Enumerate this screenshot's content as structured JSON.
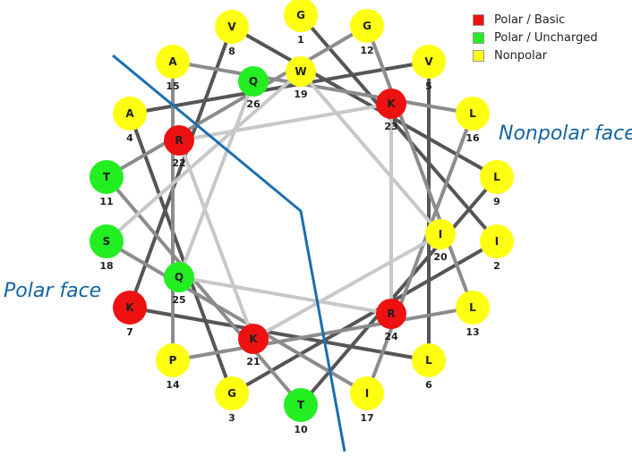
{
  "colors": {
    "polar_basic": "#ee1111",
    "polar_uncharged": "#22ee22",
    "nonpolar": "#ffff11",
    "divider": "#1a6fb0",
    "bond_dark": "#555555",
    "bond_mid": "#8c8c8c",
    "bond_light": "#c8c8c8"
  },
  "legend": [
    {
      "label": "Polar / Basic",
      "class": "polar_basic"
    },
    {
      "label": "Polar / Uncharged",
      "class": "polar_uncharged"
    },
    {
      "label": "Nonpolar",
      "class": "nonpolar"
    }
  ],
  "faces": {
    "nonpolar": "Nonpolar face",
    "polar": "Polar face"
  },
  "residues": [
    {
      "num": "1",
      "aa": "G",
      "class": "nonpolar"
    },
    {
      "num": "2",
      "aa": "I",
      "class": "nonpolar"
    },
    {
      "num": "3",
      "aa": "G",
      "class": "nonpolar"
    },
    {
      "num": "4",
      "aa": "A",
      "class": "nonpolar"
    },
    {
      "num": "5",
      "aa": "V",
      "class": "nonpolar"
    },
    {
      "num": "6",
      "aa": "L",
      "class": "nonpolar"
    },
    {
      "num": "7",
      "aa": "K",
      "class": "polar_basic"
    },
    {
      "num": "8",
      "aa": "V",
      "class": "nonpolar"
    },
    {
      "num": "9",
      "aa": "L",
      "class": "nonpolar"
    },
    {
      "num": "10",
      "aa": "T",
      "class": "polar_uncharged"
    },
    {
      "num": "11",
      "aa": "T",
      "class": "polar_uncharged"
    },
    {
      "num": "12",
      "aa": "G",
      "class": "nonpolar"
    },
    {
      "num": "13",
      "aa": "L",
      "class": "nonpolar"
    },
    {
      "num": "14",
      "aa": "P",
      "class": "nonpolar"
    },
    {
      "num": "15",
      "aa": "A",
      "class": "nonpolar"
    },
    {
      "num": "16",
      "aa": "L",
      "class": "nonpolar"
    },
    {
      "num": "17",
      "aa": "I",
      "class": "nonpolar"
    },
    {
      "num": "18",
      "aa": "S",
      "class": "polar_uncharged"
    },
    {
      "num": "19",
      "aa": "W",
      "class": "nonpolar"
    },
    {
      "num": "20",
      "aa": "I",
      "class": "nonpolar"
    },
    {
      "num": "21",
      "aa": "K",
      "class": "polar_basic"
    },
    {
      "num": "22",
      "aa": "R",
      "class": "polar_basic"
    },
    {
      "num": "23",
      "aa": "K",
      "class": "polar_basic"
    },
    {
      "num": "24",
      "aa": "R",
      "class": "polar_basic"
    },
    {
      "num": "25",
      "aa": "Q",
      "class": "polar_uncharged"
    },
    {
      "num": "26",
      "aa": "Q",
      "class": "polar_uncharged"
    }
  ]
}
